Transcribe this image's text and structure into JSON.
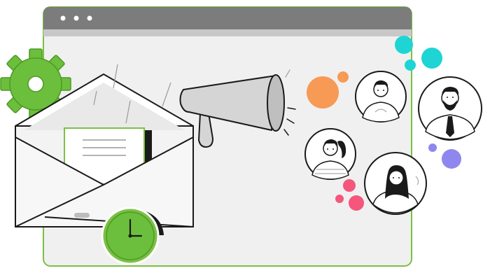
{
  "window": {
    "titlebar_dots": 3,
    "frame_color": "#7bc043"
  },
  "illustration": {
    "theme": "email-marketing-outreach",
    "elements": [
      "gear-icon",
      "envelope",
      "letter",
      "megaphone",
      "clock-icon",
      "avatar-man",
      "avatar-bearded-man",
      "avatar-ponytail-woman",
      "avatar-long-hair-woman"
    ]
  },
  "colors": {
    "accent_green": "#7bc043",
    "gear_green": "#6cbf3c",
    "cyan": "#1fd4d4",
    "orange": "#f79a55",
    "violet": "#8f86ee",
    "pink": "#f4567c",
    "window_gray": "#f0f0f0",
    "titlebar_gray": "#7c7c7c",
    "outline": "#1a1a1a"
  }
}
